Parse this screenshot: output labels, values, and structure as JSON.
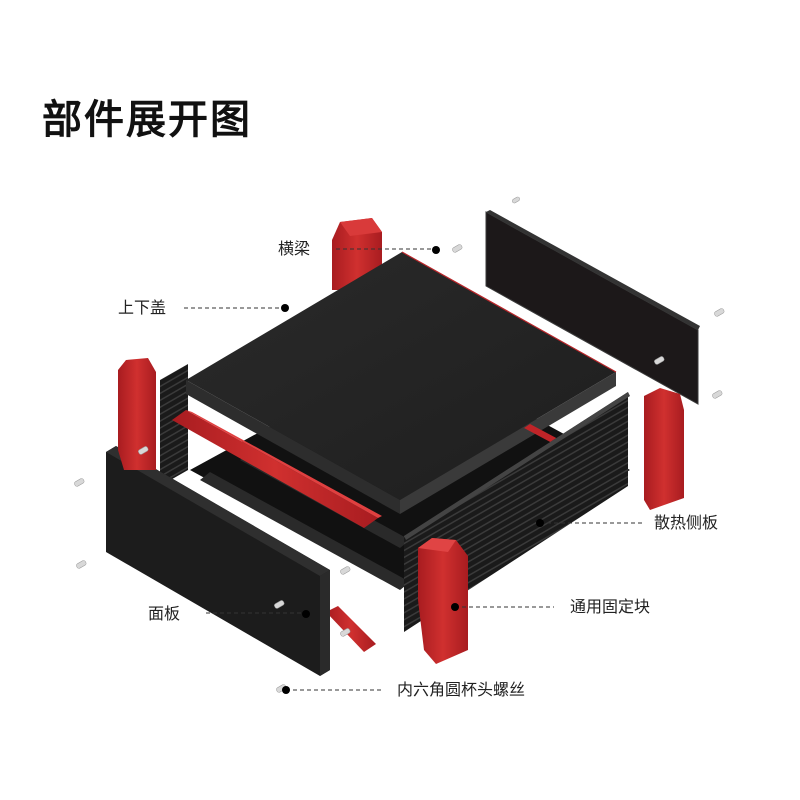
{
  "title": "部件展开图",
  "colors": {
    "accent_red": "#c8262a",
    "body_black": "#222222",
    "panel_black": "#1c1819",
    "screw_silver": "#d8d8d8",
    "text": "#222222",
    "leader_line": "#333333"
  },
  "callouts": [
    {
      "id": "crossbeam",
      "label": "横梁"
    },
    {
      "id": "top-bottom-cover",
      "label": "上下盖"
    },
    {
      "id": "heatsink-side-panel",
      "label": "散热侧板"
    },
    {
      "id": "universal-fixing-block",
      "label": "通用固定块"
    },
    {
      "id": "front-panel",
      "label": "面板"
    },
    {
      "id": "hex-socket-screw",
      "label": "内六角圆杯头螺丝"
    }
  ]
}
